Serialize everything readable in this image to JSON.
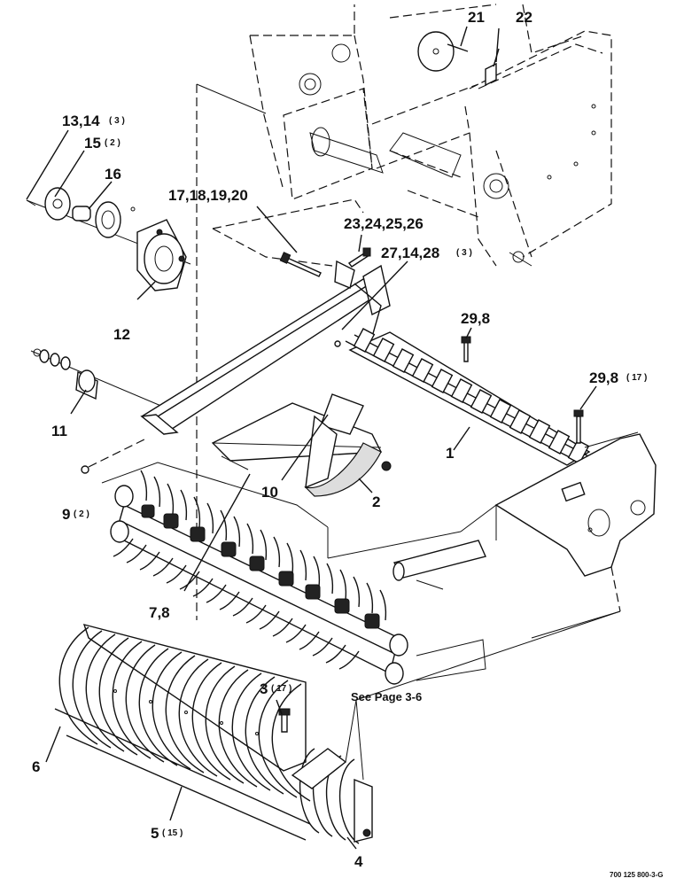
{
  "callouts": {
    "c21": "21",
    "c22": "22",
    "c13": "13,14",
    "c13_qty": "( 3 )",
    "c15": "15",
    "c15_qty": "( 2 )",
    "c16": "16",
    "c17": "17,18,19,20",
    "c23": "23,24,25,26",
    "c27": "27,14,28",
    "c27_qty": "( 3 )",
    "c29a": "29,8",
    "c29b": "29,8",
    "c29b_qty": "( 17 )",
    "c12": "12",
    "c11": "11",
    "c1": "1",
    "c10": "10",
    "c2": "2",
    "c9": "9",
    "c9_qty": "( 2 )",
    "c7": "7,8",
    "c3": "3",
    "c3_qty": "( 17 )",
    "c6": "6",
    "c5": "5",
    "c5_qty": "( 15 )",
    "c4": "4"
  },
  "note_text": "See Page 3-6",
  "drawing_code": "700 125 800-3-G"
}
